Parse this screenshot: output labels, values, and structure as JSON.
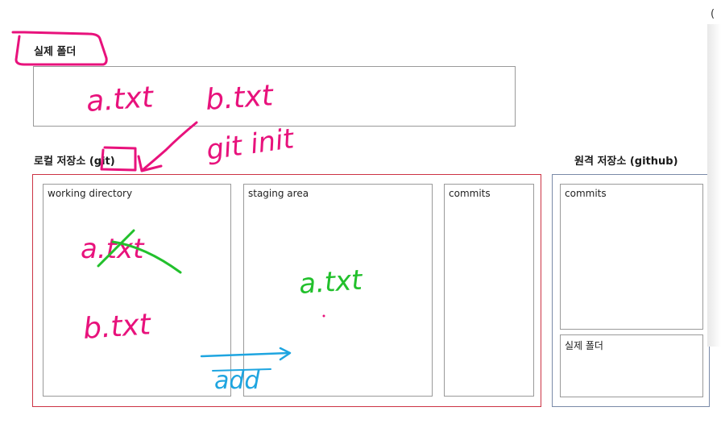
{
  "physical_folder": {
    "title": "실제 폴더"
  },
  "local_repo": {
    "title": "로컬 저장소 (git)",
    "areas": {
      "working_directory": "working directory",
      "staging_area": "staging area",
      "commits": "commits"
    }
  },
  "remote_repo": {
    "title": "원격 저장소 (github)",
    "commits": "commits",
    "physical_folder": "실제 폴더"
  },
  "annotations": {
    "top_a": "a.txt",
    "top_b": "b.txt",
    "git_init": "git init",
    "wd_a": "a.txt",
    "wd_b": "b.txt",
    "staged_a": "a.txt",
    "add": "add"
  },
  "colors": {
    "pink": "#e8127c",
    "green": "#22c02c",
    "blue": "#1ea5e0",
    "local_border": "#cc3344",
    "remote_border": "#7a8aa8"
  }
}
